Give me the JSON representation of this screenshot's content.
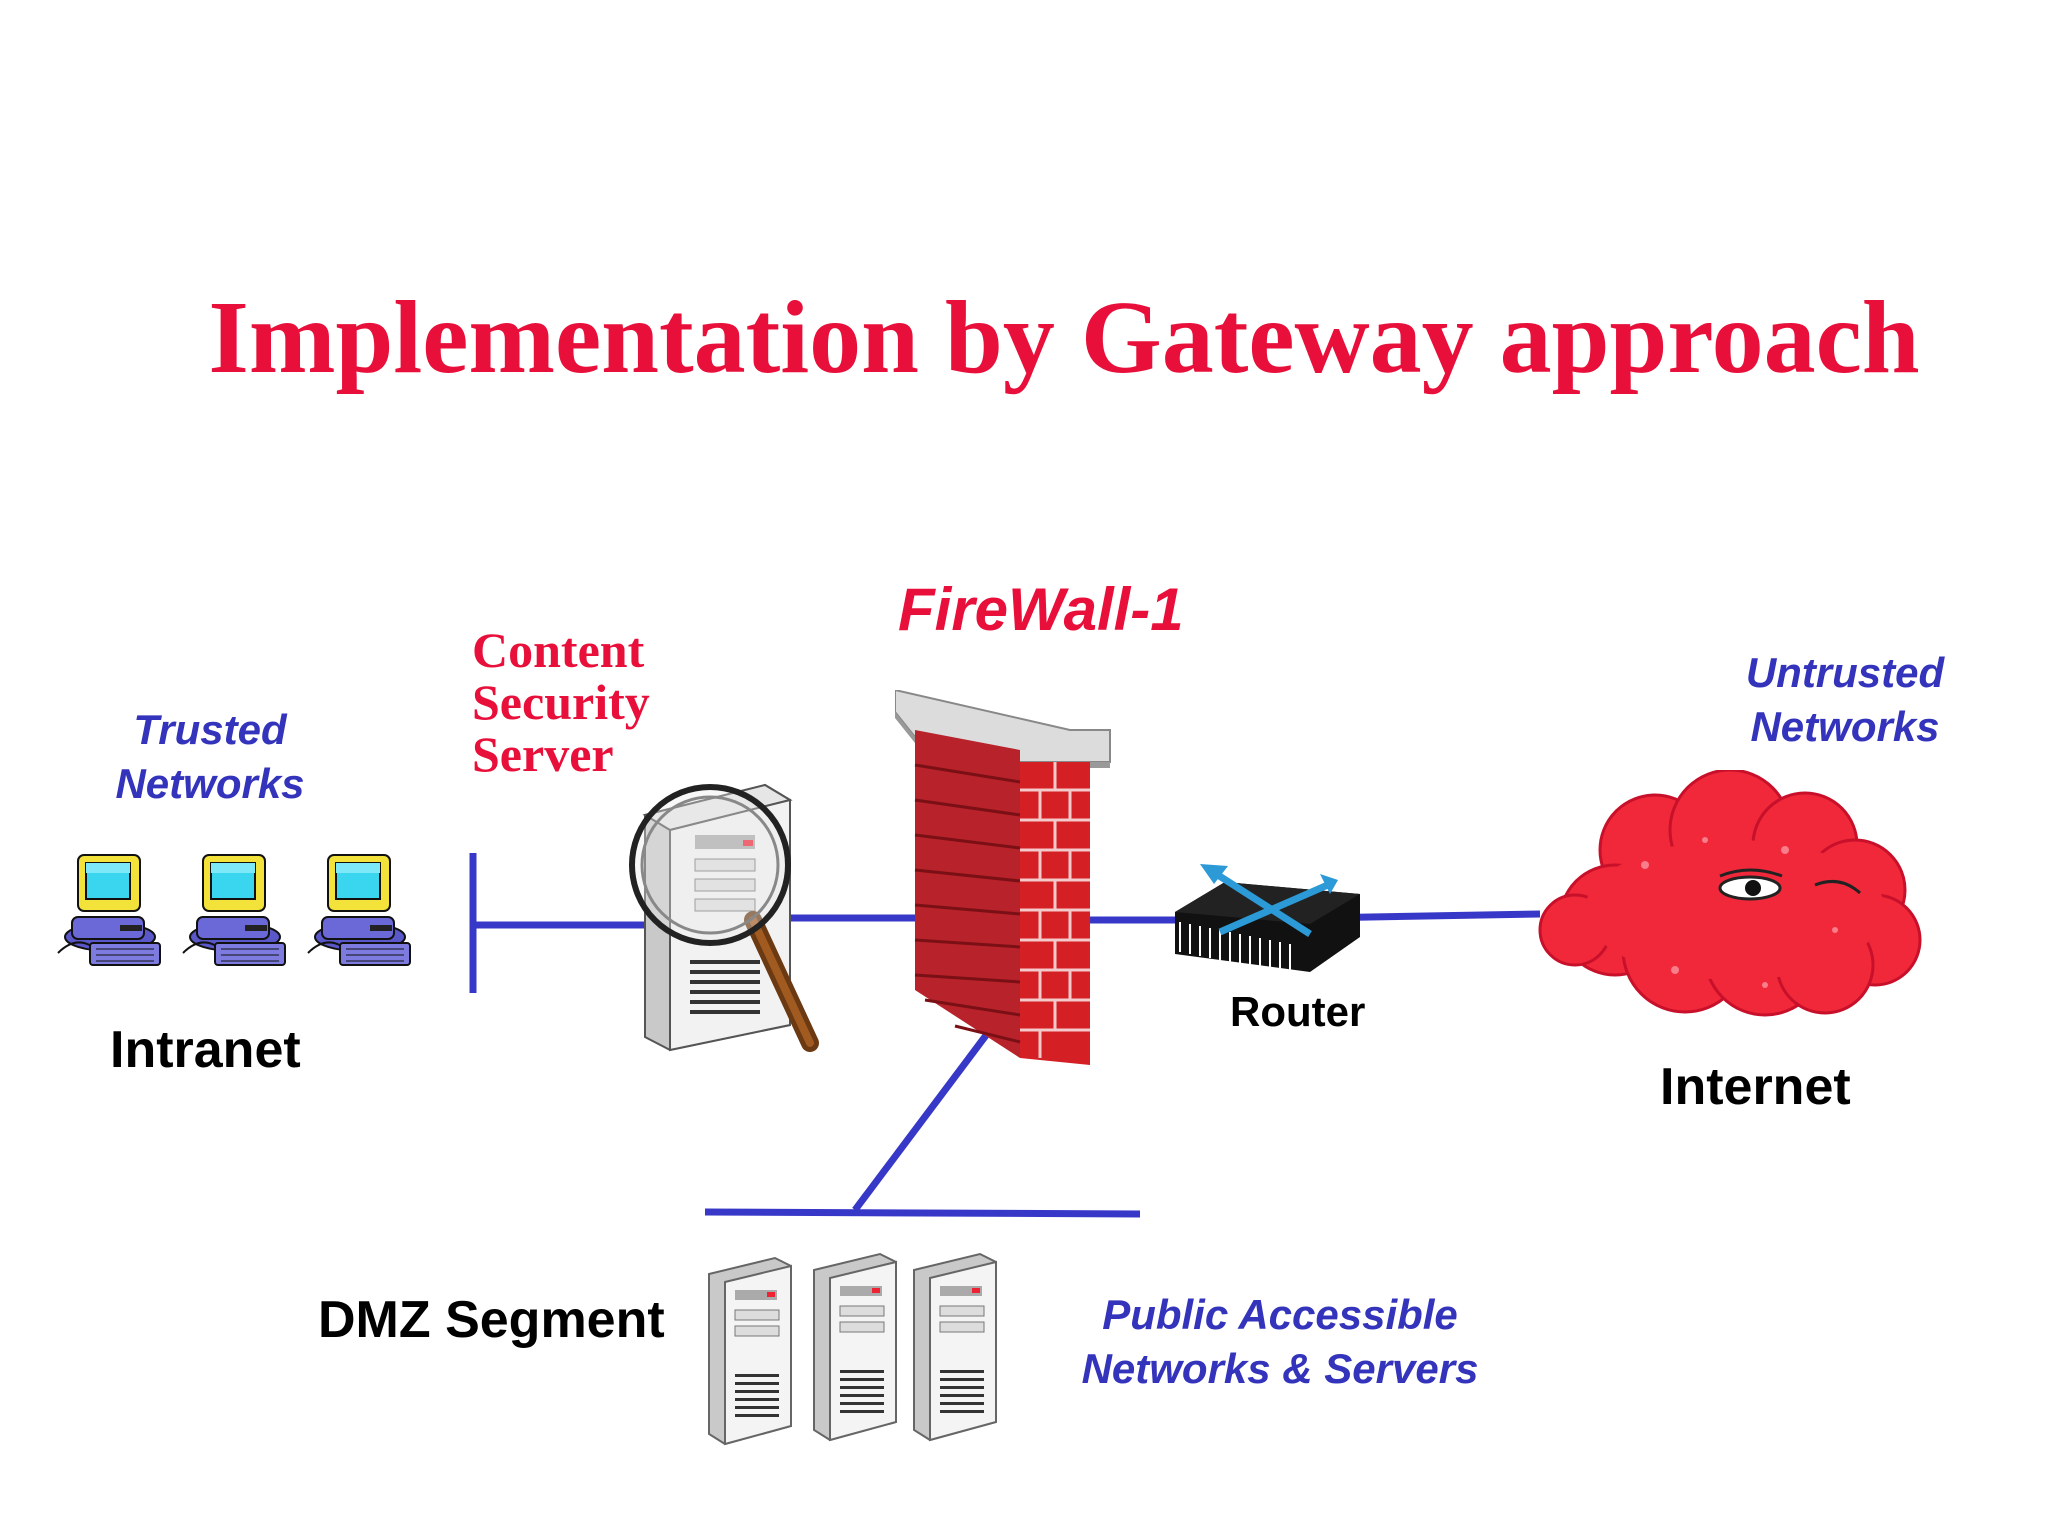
{
  "title": "Implementation by Gateway approach",
  "labels": {
    "trusted": [
      "Trusted",
      "Networks"
    ],
    "intranet": "Intranet",
    "content_security": [
      "Content",
      "Security",
      "Server"
    ],
    "firewall": "FireWall-1",
    "router": "Router",
    "untrusted": [
      "Untrusted",
      "Networks"
    ],
    "internet": "Internet",
    "dmz": "DMZ Segment",
    "public": [
      "Public Accessible",
      "Networks & Servers"
    ]
  },
  "colors": {
    "title_red": "#e8103a",
    "label_blue": "#3333bb",
    "line_blue": "#3838c8",
    "brick_red": "#d41f25",
    "cloud_red": "#f0283a",
    "text_black": "#000000"
  },
  "icons": {
    "workstations": "desktop-computer-icon",
    "content_server": "server-with-magnifier-icon",
    "firewall": "brick-wall-icon",
    "router": "router-icon",
    "internet": "cloud-face-icon",
    "dmz_servers": "server-tower-icon"
  }
}
